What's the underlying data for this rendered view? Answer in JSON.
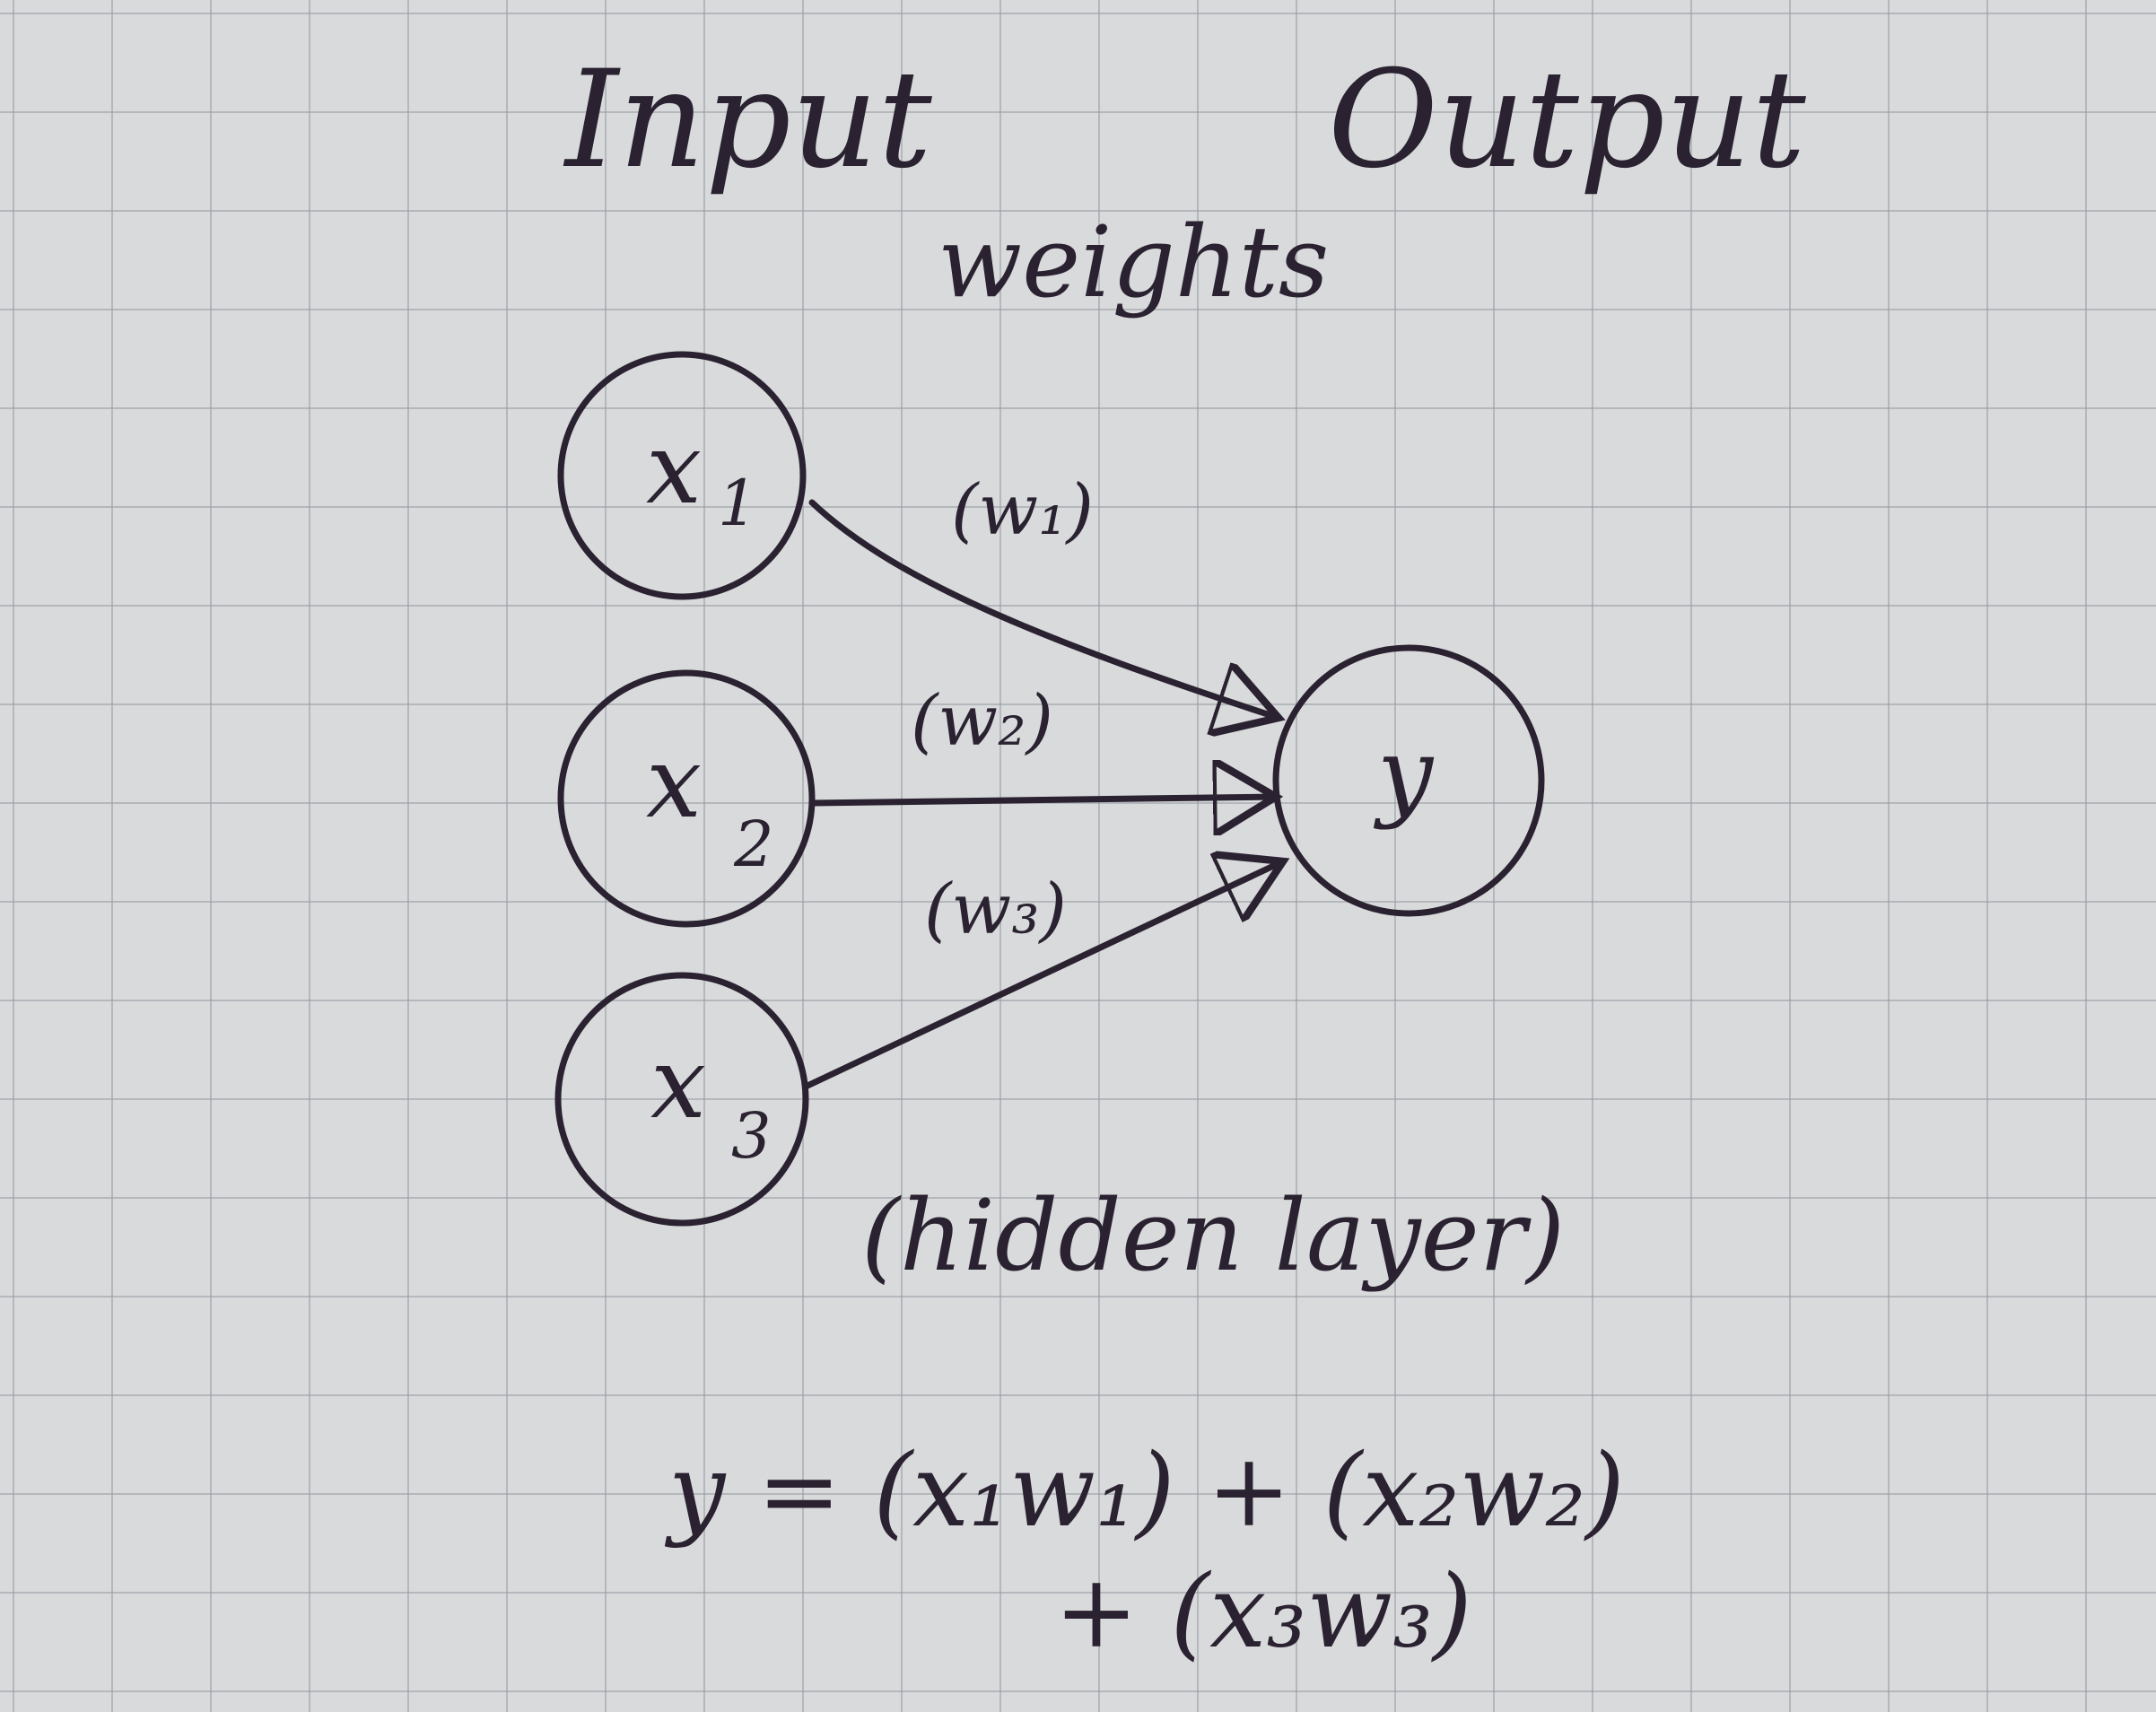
{
  "headings": {
    "input": "Input",
    "output": "Output",
    "weights": "weights"
  },
  "nodes": {
    "x1": {
      "base": "x",
      "sub": "1"
    },
    "x2": {
      "base": "x",
      "sub": "2"
    },
    "x3": {
      "base": "x",
      "sub": "3"
    },
    "y": {
      "label": "y"
    }
  },
  "weights": {
    "w1": "(w₁)",
    "w2": "(w₂)",
    "w3": "(w₃)"
  },
  "hidden_layer": "(hidden layer)",
  "equation": {
    "line1": "y = (x₁w₁) + (x₂w₂)",
    "line2": "+ (x₃w₃)"
  },
  "colors": {
    "ink": "#2a2230",
    "paper": "#d9dadc",
    "grid": "#9a9ea3"
  }
}
